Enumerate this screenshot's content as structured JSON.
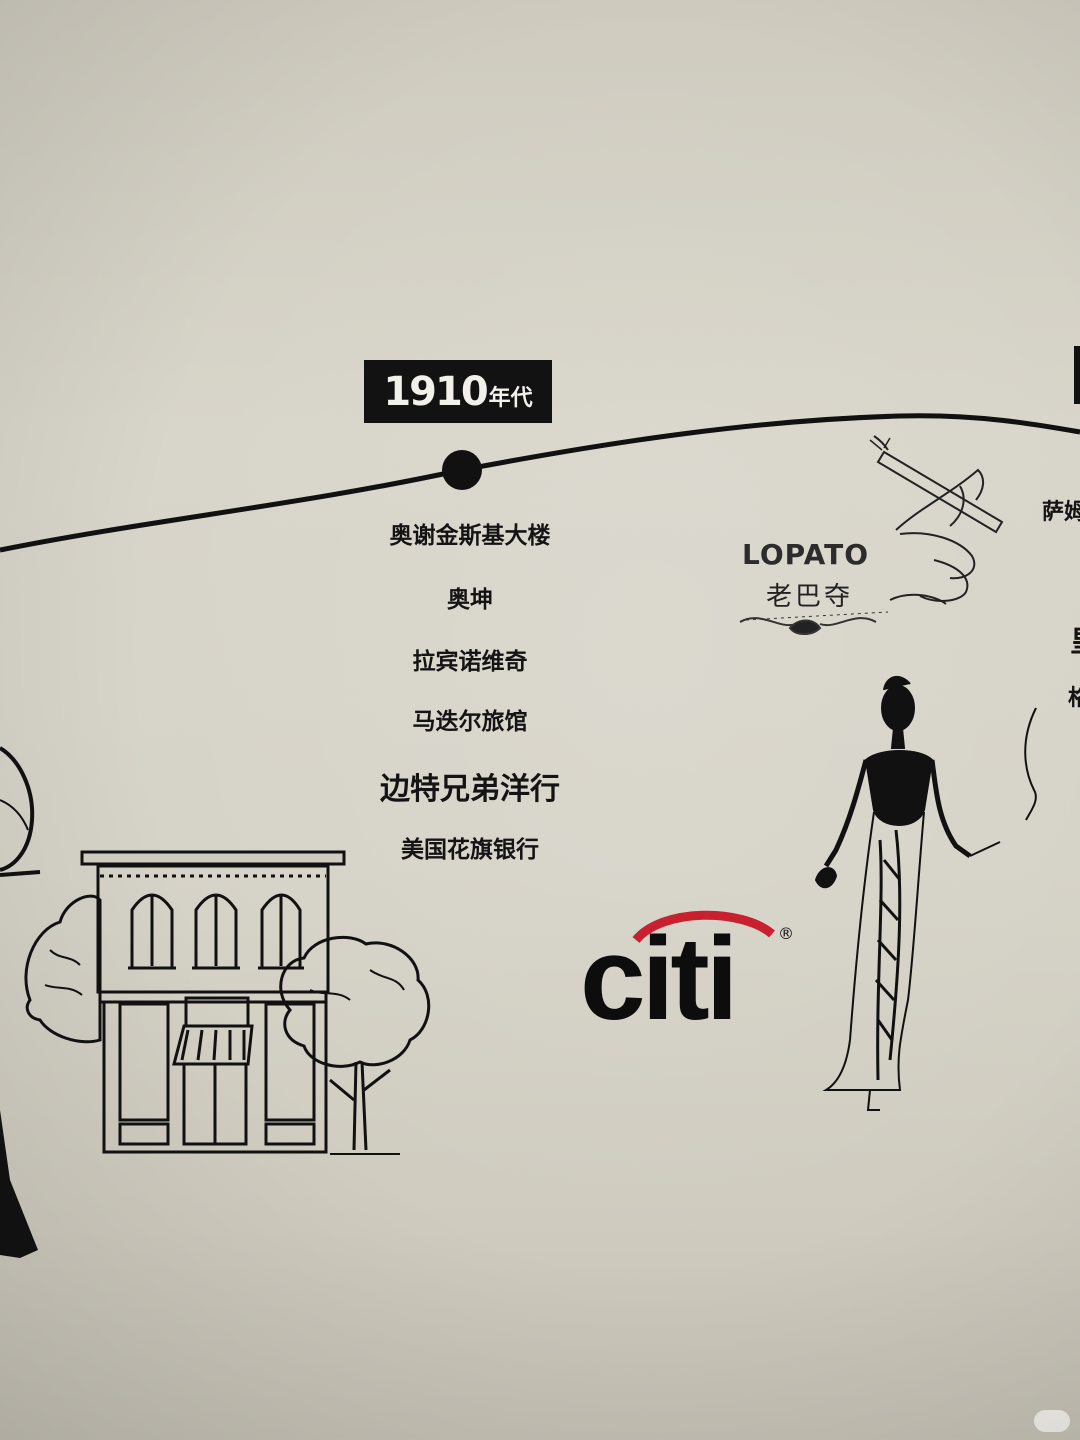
{
  "timeline": {
    "era_year": "1910",
    "era_suffix": "年代",
    "names": [
      "奥谢金斯基大楼",
      "奥坤",
      "拉宾诺维奇",
      "马迭尔旅馆",
      "边特兄弟洋行",
      "美国花旗银行"
    ]
  },
  "logos": {
    "citi": "citi",
    "citi_mark": "®",
    "lopato_en": "LOPATO",
    "lopato_cn": "老巴夺"
  },
  "edge_text": [
    "萨姆",
    "皇",
    "格"
  ],
  "colors": {
    "wall": "#d6d3c8",
    "ink": "#111111",
    "label_bg": "#121212",
    "label_text": "#f2f0ea"
  }
}
